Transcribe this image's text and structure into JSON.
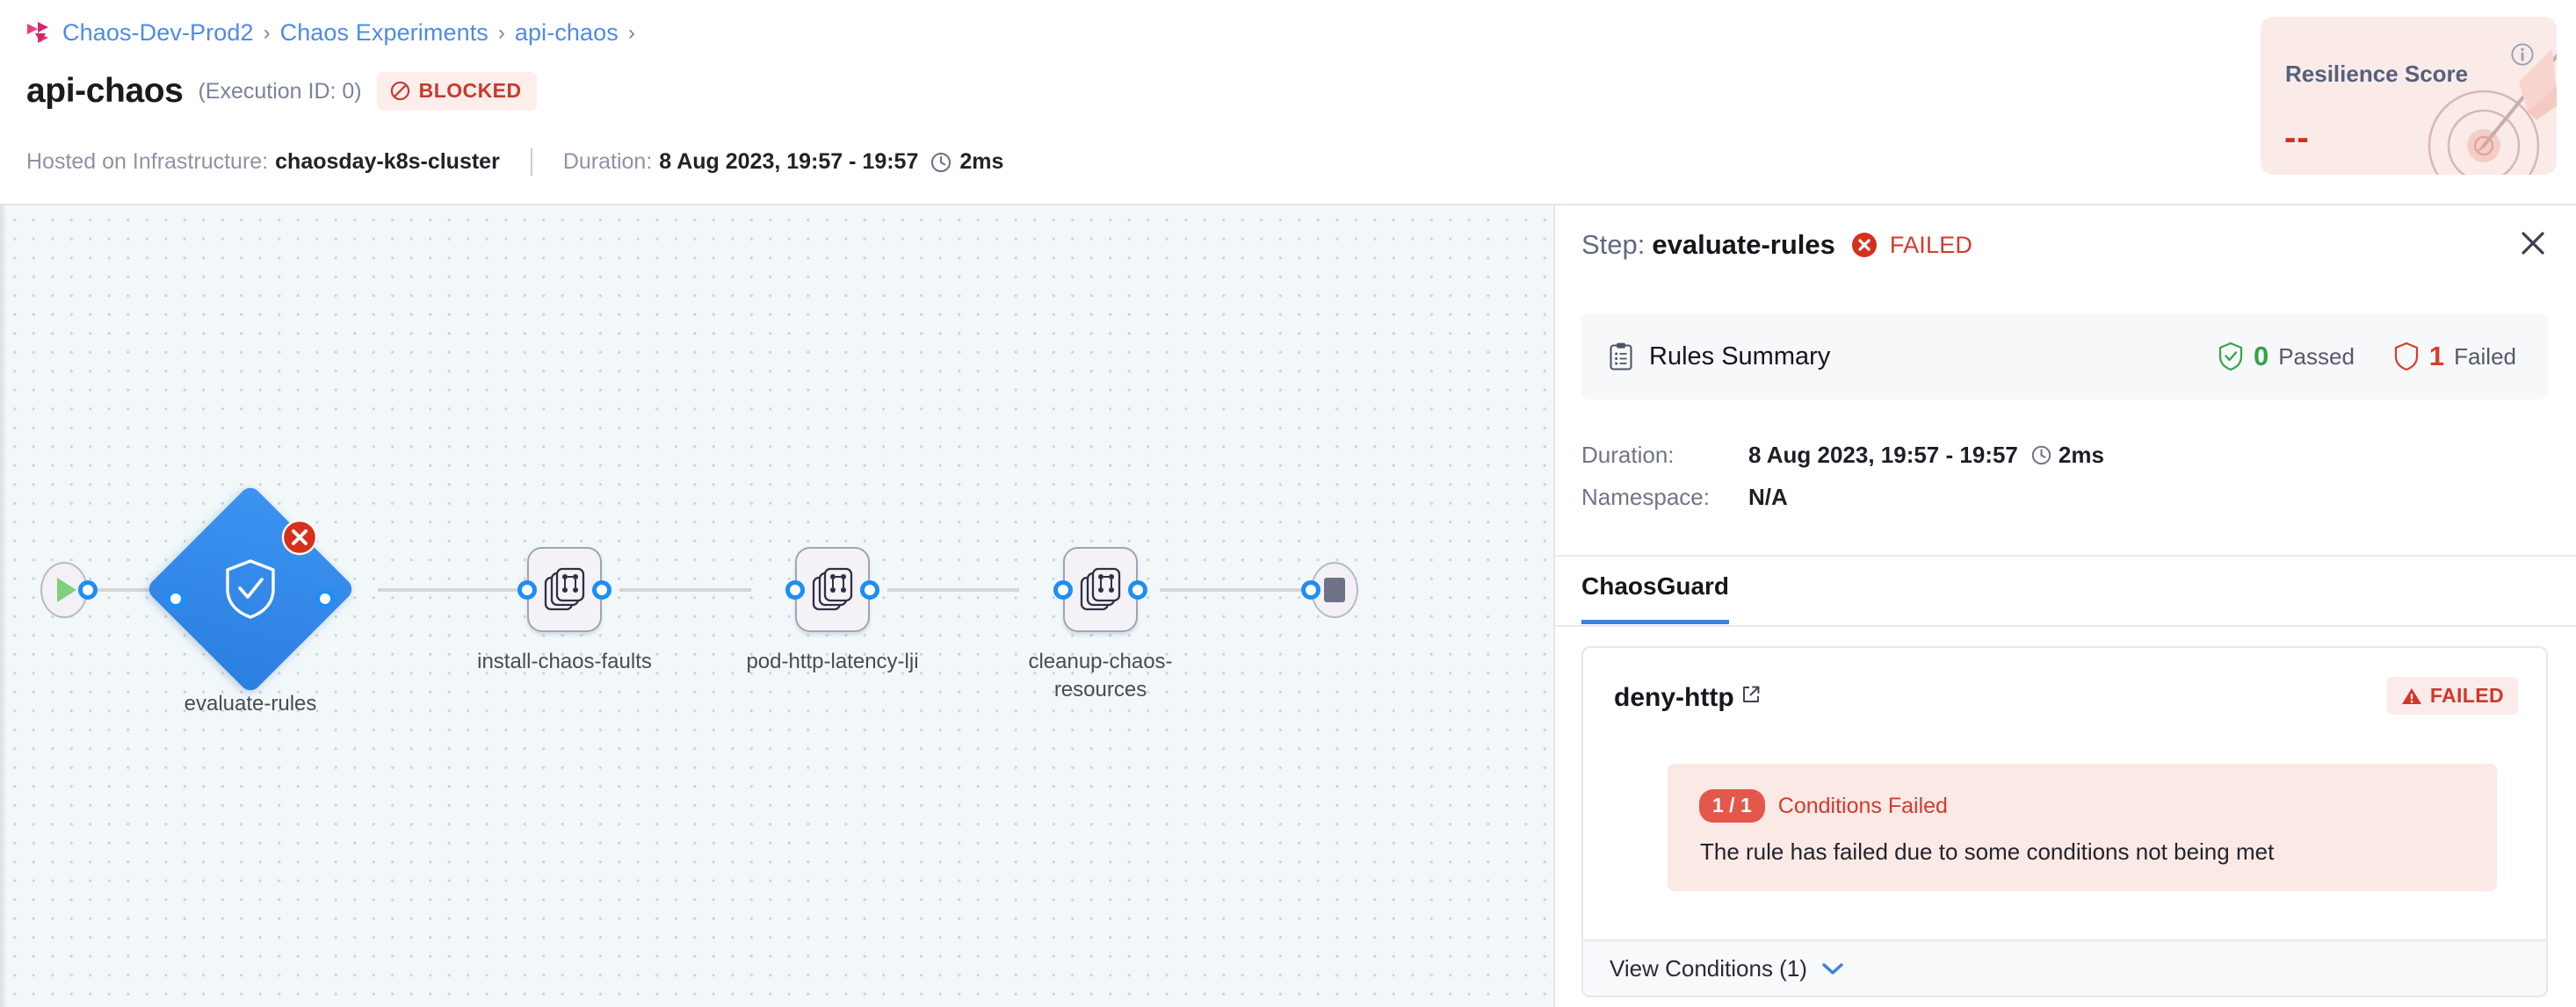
{
  "breadcrumb": {
    "logo_icon": "harness-logo-icon",
    "items": [
      "Chaos-Dev-Prod2",
      "Chaos Experiments",
      "api-chaos"
    ],
    "separator": "›",
    "trailing_separator": "›"
  },
  "header": {
    "title": "api-chaos",
    "execution_id": "(Execution ID: 0)",
    "status_badge": {
      "label": "BLOCKED",
      "icon": "blocked-circle-icon",
      "color": "#c9392b",
      "bg": "#fdeeec"
    },
    "meta": {
      "infra_label": "Hosted on Infrastructure:",
      "infra_value": "chaosday-k8s-cluster",
      "duration_label": "Duration:",
      "duration_value": "8 Aug 2023, 19:57 - 19:57",
      "clock_icon": "clock-icon",
      "elapsed": "2ms"
    }
  },
  "resilience": {
    "title": "Resilience Score",
    "value": "--",
    "info_icon": "info-icon",
    "art_icon": "target-dart-icon",
    "bg": "#fbebe8",
    "value_color": "#d42c1c"
  },
  "graph": {
    "start_node": {
      "name": "start",
      "icon": "play-icon"
    },
    "end_node": {
      "name": "end",
      "icon": "stop-icon"
    },
    "nodes": [
      {
        "label": "evaluate-rules",
        "type": "diamond",
        "icon": "shield-check-icon",
        "status": "failed",
        "status_icon": "error-x-icon"
      },
      {
        "label": "install-chaos-faults",
        "type": "step",
        "icon": "chaos-fault-icon",
        "status": "none"
      },
      {
        "label": "pod-http-latency-lji",
        "type": "step",
        "icon": "chaos-fault-icon",
        "status": "none"
      },
      {
        "label": "cleanup-chaos-resources",
        "type": "step",
        "icon": "chaos-fault-icon",
        "status": "none"
      }
    ]
  },
  "panel": {
    "step_prefix": "Step:",
    "step_name": "evaluate-rules",
    "step_status": "FAILED",
    "step_status_icon": "error-x-icon",
    "close_icon": "close-icon",
    "rules_summary": {
      "icon": "clipboard-icon",
      "title": "Rules Summary",
      "passed_count": "0",
      "passed_label": "Passed",
      "passed_icon": "shield-check-green-icon",
      "failed_count": "1",
      "failed_label": "Failed",
      "failed_icon": "shield-red-icon"
    },
    "details": [
      {
        "key": "Duration:",
        "value": "8 Aug 2023, 19:57 - 19:57",
        "clock_icon": "clock-icon",
        "extra": "2ms"
      },
      {
        "key": "Namespace:",
        "value": "N/A",
        "extra": ""
      }
    ],
    "tabs": [
      {
        "label": "ChaosGuard",
        "active": true
      }
    ],
    "rule": {
      "name": "deny-http",
      "external_link_icon": "external-link-icon",
      "status": "FAILED",
      "status_icon": "warning-triangle-icon",
      "condition": {
        "pill": "1 / 1",
        "label": "Conditions Failed",
        "description": "The rule has failed due to some conditions not being met"
      },
      "view_conditions": "View Conditions (1)",
      "chevron_icon": "chevron-down-icon"
    }
  }
}
